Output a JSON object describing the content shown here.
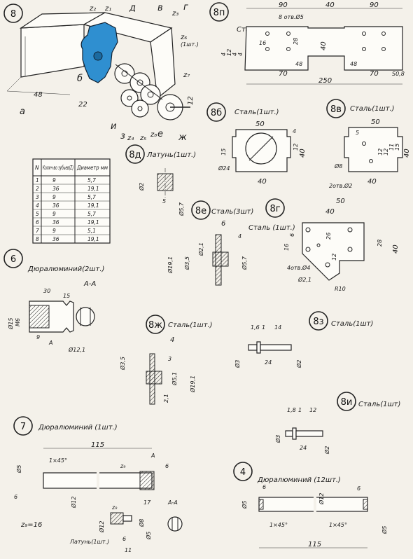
{
  "labels": {
    "p8": "8",
    "p8p": "8п",
    "p8b": "8б",
    "p8v": "8в",
    "p8d": "8д",
    "p8e": "8е",
    "p8g": "8г",
    "p8zh": "8ж",
    "p8z": "8з",
    "p8i": "8и",
    "p6": "6",
    "p7": "7",
    "p4": "4"
  },
  "materials": {
    "p8p": "Сталь (1шт.)",
    "p8b": "Сталь(1шт.)",
    "p8v": "Сталь(1шт.)",
    "p8d": "Латунь(1шт.)",
    "p8e": "Сталь(3шт)",
    "p8g": "Сталь (1шт.)",
    "p8zh": "Сталь(1шт.)",
    "p8z": "Сталь(1шт)",
    "p8i": "Сталь(1шт)",
    "p6": "Дюралюминий(2шт.)",
    "p7": "Дюралюминий (1шт.)",
    "p4": "Дюралюминий (12шт.)",
    "p7_sub": "Латунь(1шт.)"
  },
  "assembly": {
    "letters": [
      "z₂",
      "z₁",
      "д",
      "в",
      "z₃",
      "г",
      "z₆",
      "z₇",
      "z₄",
      "z₅",
      "е",
      "z₈",
      "ж",
      "з",
      "и",
      "а",
      "б"
    ],
    "dims": [
      "48",
      "22",
      "(1шт.)",
      "12"
    ]
  },
  "table": {
    "headers": [
      "N",
      "Колич-во зубьев(Z)",
      "Диаметр мм"
    ],
    "rows": [
      [
        "1",
        "9",
        "5,7"
      ],
      [
        "2",
        "36",
        "19,1"
      ],
      [
        "3",
        "9",
        "5,7"
      ],
      [
        "4",
        "36",
        "19,1"
      ],
      [
        "5",
        "9",
        "5,7"
      ],
      [
        "6",
        "36",
        "19,1"
      ],
      [
        "7",
        "9",
        "5,1"
      ],
      [
        "8",
        "36",
        "19,1"
      ]
    ]
  },
  "dims_8p": [
    "90",
    "40",
    "90",
    "8 отв.Ø5",
    "4",
    "12",
    "4",
    "4",
    "16",
    "28",
    "40",
    "70",
    "48",
    "48",
    "70",
    "250",
    "S0,8"
  ],
  "dims_8b": [
    "50",
    "15",
    "4",
    "12",
    "40",
    "Ø24",
    "40"
  ],
  "dims_8v": [
    "50",
    "5",
    "12",
    "12",
    "11",
    "15",
    "40",
    "Ø8",
    "2отв.Ø2",
    "40"
  ],
  "dims_8d": [
    "Ø2",
    "5",
    "Ø5,7"
  ],
  "dims_8e": [
    "6",
    "4",
    "Ø19,1",
    "Ø3,5",
    "Ø2,1",
    "Ø5,7"
  ],
  "dims_8g": [
    "50",
    "40",
    "6",
    "16",
    "26",
    "12",
    "28",
    "40",
    "4отв.Ø4",
    "Ø2,1",
    "R10"
  ],
  "dims_6": [
    "A-A",
    "30",
    "15",
    "Ø15",
    "M6",
    "9",
    "A",
    "Ø12,1"
  ],
  "dims_8zh": [
    "4",
    "3",
    "Ø3,5",
    "2,1",
    "Ø5,1",
    "Ø19,1"
  ],
  "dims_8z": [
    "1,6",
    "1",
    "14",
    "24",
    "Ø3",
    "Ø2"
  ],
  "dims_8i": [
    "1,8",
    "1",
    "12",
    "24",
    "Ø3",
    "Ø2"
  ],
  "dims_7": [
    "115",
    "Ø5",
    "1×45°",
    "z₉",
    "A",
    "6",
    "6",
    "Ø12",
    "17",
    "A-A",
    "z₉=16",
    "z₉",
    "Ø12",
    "Ø8",
    "Ø5",
    "6",
    "11"
  ],
  "dims_4": [
    "6",
    "Ø5",
    "Ø12",
    "6",
    "1×45°",
    "1×45°",
    "Ø5",
    "115"
  ]
}
